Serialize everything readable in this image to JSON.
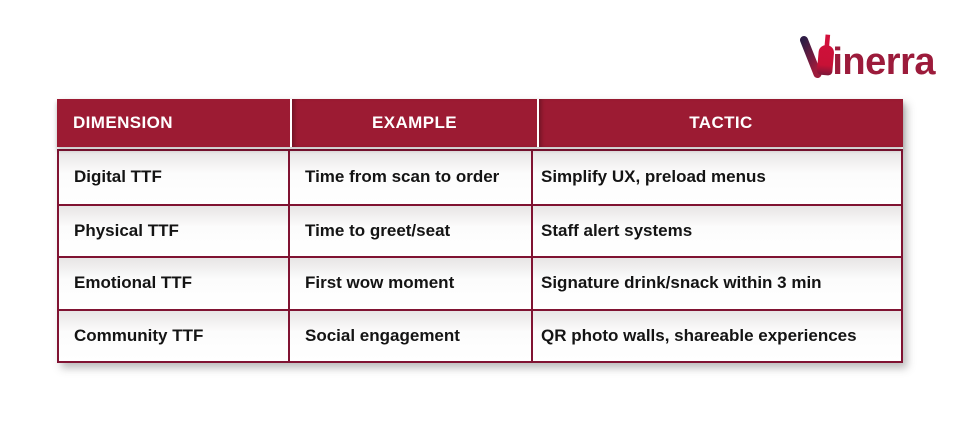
{
  "brand": {
    "name": "Vinerra",
    "wordmark_initial": "V",
    "wordmark_rest": "inerra",
    "logo_text_color": "#9c1b3b",
    "bottle_color": "#c81136",
    "v_dark_color": "#2f1c45"
  },
  "colors": {
    "header_bg": "#9c1b33",
    "table_border": "#801332",
    "header_text": "#ffffff",
    "body_text": "#141414"
  },
  "chart_data": {
    "type": "table",
    "title": "",
    "columns": [
      "DIMENSION",
      "EXAMPLE",
      "TACTIC"
    ],
    "rows": [
      [
        "Digital TTF",
        "Time from scan to order",
        "Simplify UX, preload menus"
      ],
      [
        "Physical TTF",
        "Time to greet/seat",
        "Staff alert systems"
      ],
      [
        "Emotional TTF",
        "First wow moment",
        "Signature drink/snack within 3 min"
      ],
      [
        "Community TTF",
        "Social engagement",
        "QR photo walls, shareable experiences"
      ]
    ],
    "layout": {
      "header_fill": "#9c1b33",
      "header_text_color": "#ffffff",
      "grid": true,
      "column_alignment": [
        "left",
        "left",
        "left"
      ],
      "header_alignment": [
        "left",
        "center",
        "center"
      ]
    }
  }
}
